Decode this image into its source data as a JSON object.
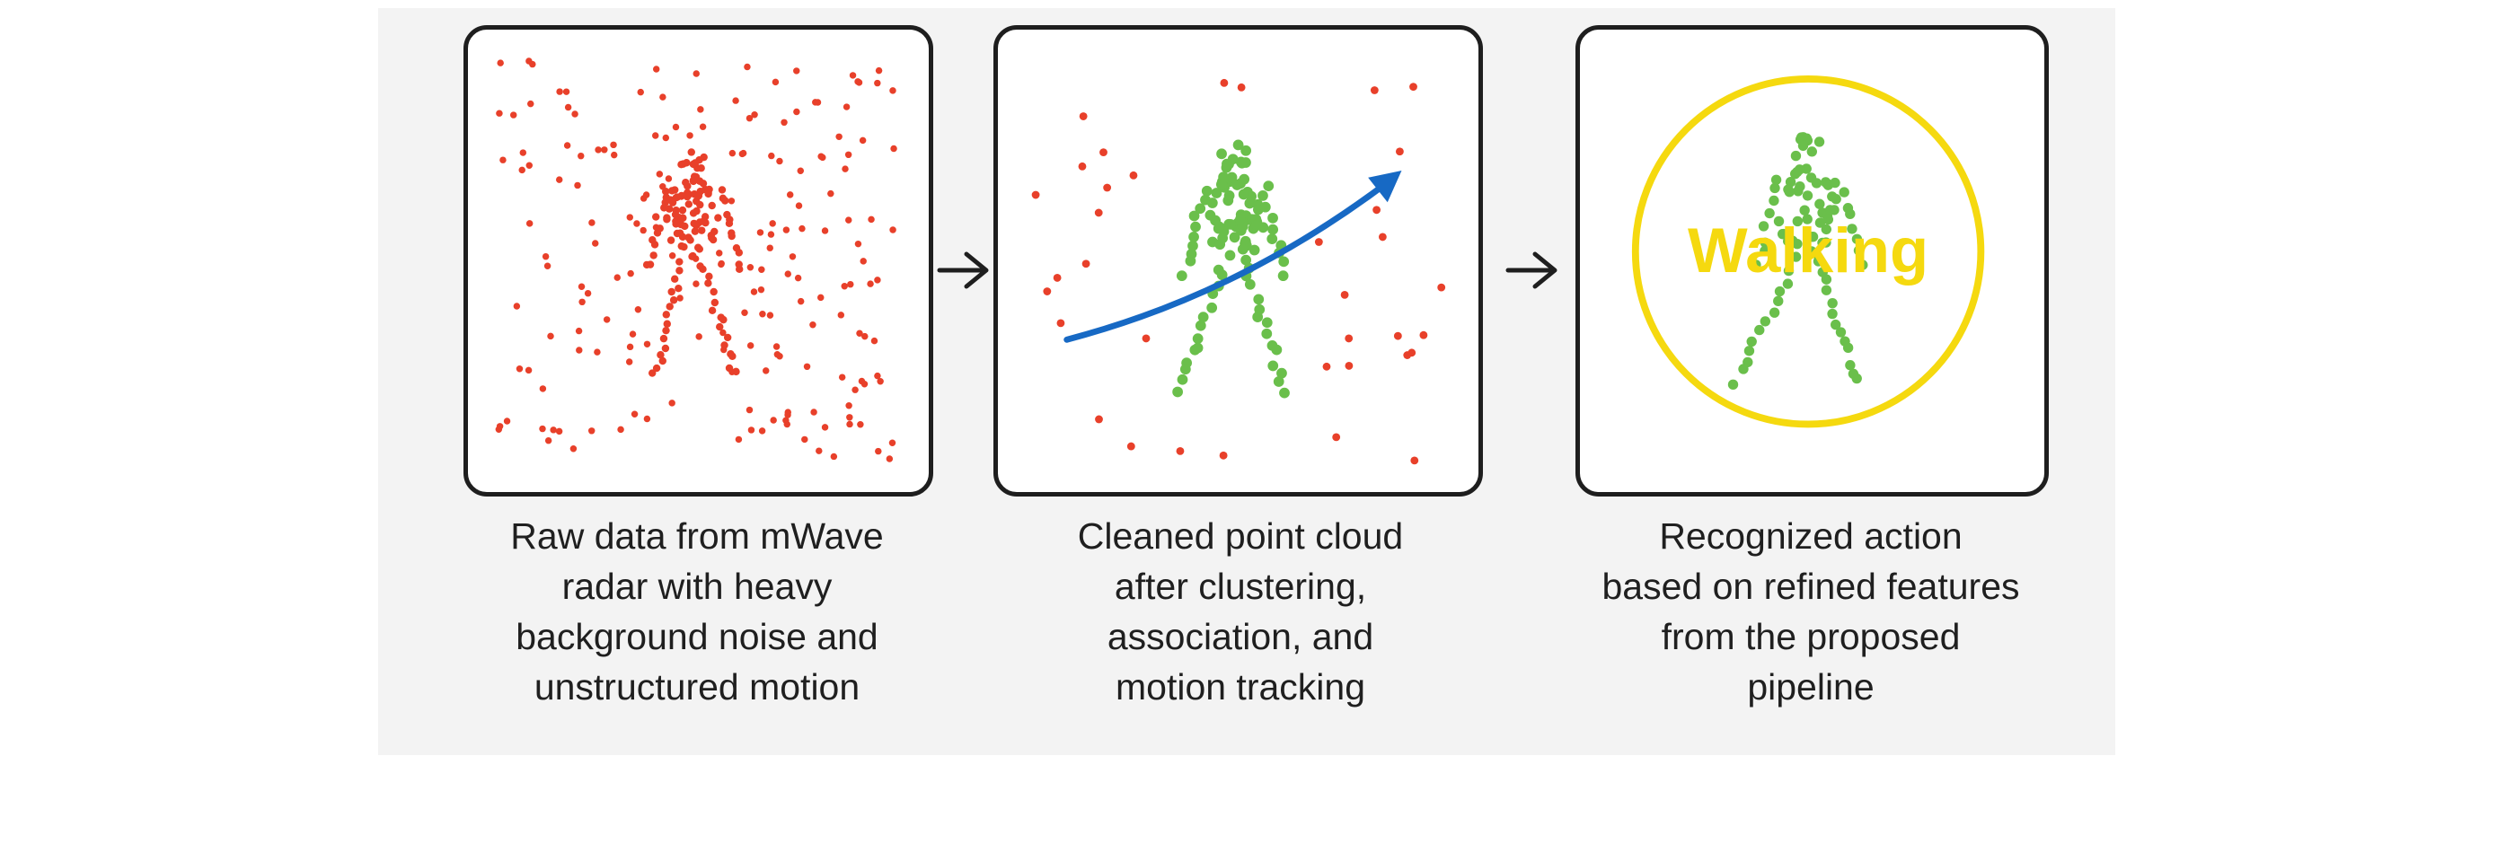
{
  "panels": [
    {
      "caption_lines": [
        "Raw data from mWave",
        "radar with heavy",
        "background noise and",
        "unstructured motion"
      ]
    },
    {
      "caption_lines": [
        "Cleaned point cloud",
        "after clustering,",
        "association, and",
        "motion tracking"
      ]
    },
    {
      "action_label": "Walking",
      "caption_lines": [
        "Recognized action",
        "based on refined features",
        "from the proposed",
        "pipeline"
      ]
    }
  ],
  "colors": {
    "noise_points": "#e8402a",
    "person_points": "#6abf4b",
    "track_arrow": "#1769c4",
    "action_ring": "#f5d90f",
    "border": "#1e1e1e",
    "background": "#f3f3f3"
  },
  "icons": [
    "arrow-right-icon",
    "arrow-right-icon",
    "tracking-arrow-icon"
  ]
}
